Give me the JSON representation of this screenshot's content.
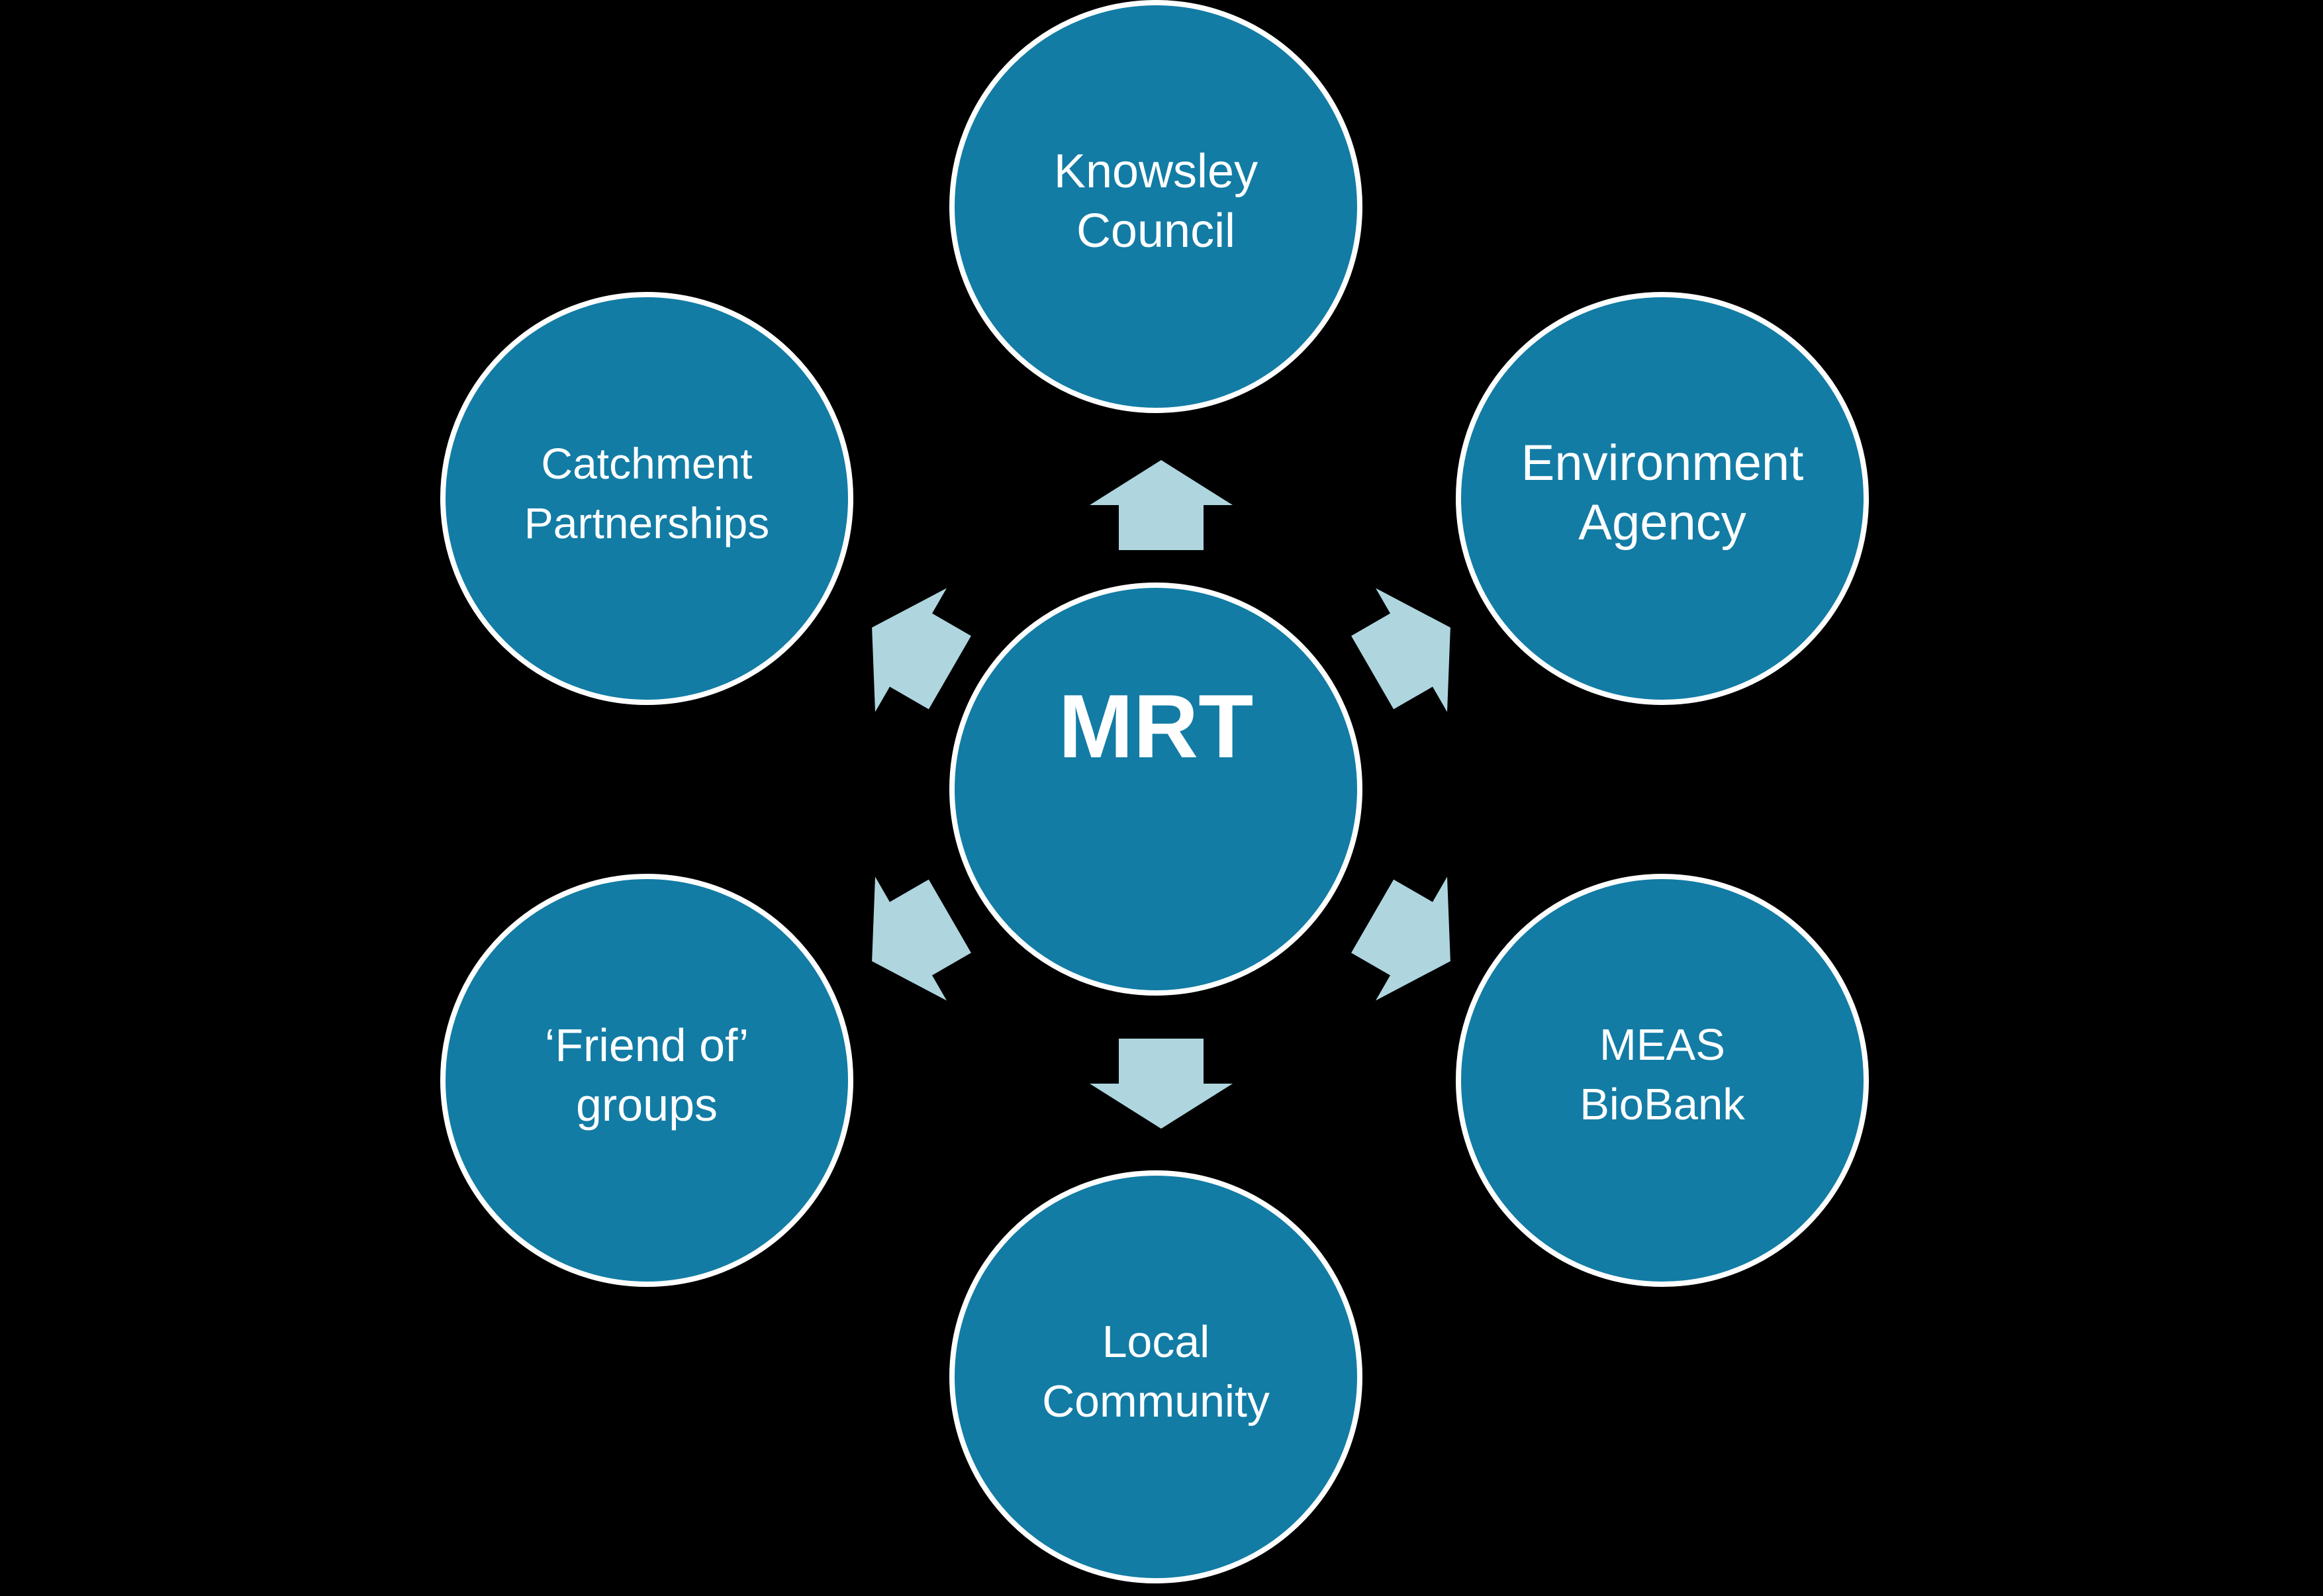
{
  "diagram": {
    "type": "radial",
    "colors": {
      "background": "#000000",
      "node_fill": "#127CA5",
      "node_border": "#FFFFFF",
      "arrow_fill": "#AFD6DF",
      "text_color": "#FFFFFF"
    },
    "center": {
      "label": "MRT"
    },
    "satellites": [
      {
        "id": "knowsley-council",
        "label": "Knowsley\nCouncil"
      },
      {
        "id": "environment-agency",
        "label": "Environment\nAgency"
      },
      {
        "id": "meas-biobank",
        "label": "MEAS\nBioBank"
      },
      {
        "id": "local-community",
        "label": "Local\nCommunity"
      },
      {
        "id": "friend-of-groups",
        "label": "‘Friend of’\ngroups"
      },
      {
        "id": "catchment-partnerships",
        "label": "Catchment\nPartnerships"
      }
    ],
    "arrows": [
      {
        "direction": "up",
        "points_to": "knowsley-council"
      },
      {
        "direction": "upper-right",
        "points_to": "environment-agency"
      },
      {
        "direction": "lower-right",
        "points_to": "meas-biobank"
      },
      {
        "direction": "down",
        "points_to": "local-community"
      },
      {
        "direction": "lower-left",
        "points_to": "friend-of-groups"
      },
      {
        "direction": "upper-left",
        "points_to": "catchment-partnerships"
      }
    ]
  }
}
